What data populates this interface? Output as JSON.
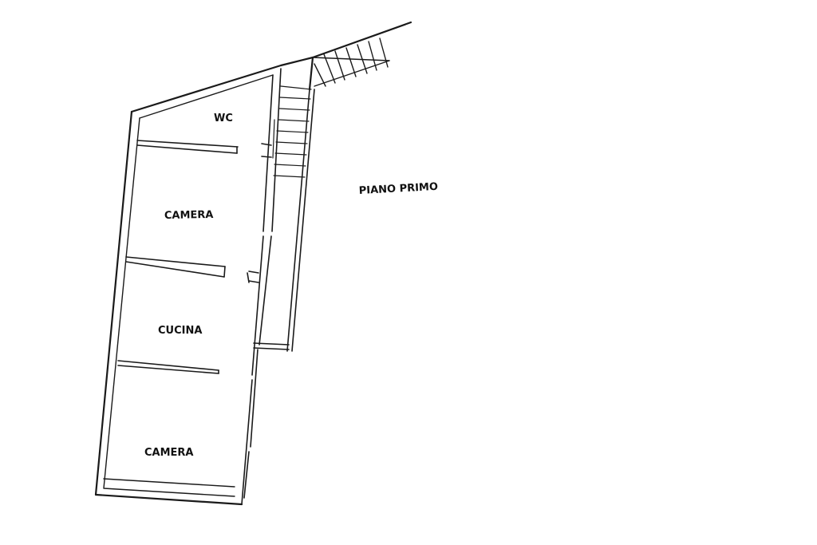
{
  "plan": {
    "floor_label": "PIANO PRIMO",
    "rooms": {
      "wc": "WC",
      "camera_top": "CAMERA",
      "cucina": "CUCINA",
      "camera_bottom": "CAMERA"
    },
    "line_color": "#1a1a1a",
    "background": "#ffffff"
  }
}
